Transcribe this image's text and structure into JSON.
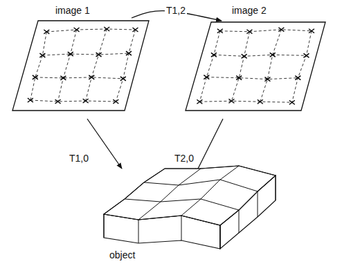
{
  "diagram": {
    "nodes": [
      {
        "text": [
          "image 1"
        ]
      },
      {
        "text": [
          "image 2"
        ]
      },
      {
        "text": [
          "object"
        ]
      }
    ],
    "edges": [
      {
        "from": 0,
        "to": 1,
        "label": "T1,2",
        "arrow": "to"
      },
      {
        "from": 0,
        "to": 2,
        "label": "T1,0",
        "arrow": "to"
      },
      {
        "from": 1,
        "to": 2,
        "label": "T2,0",
        "arrow": "to"
      }
    ]
  }
}
